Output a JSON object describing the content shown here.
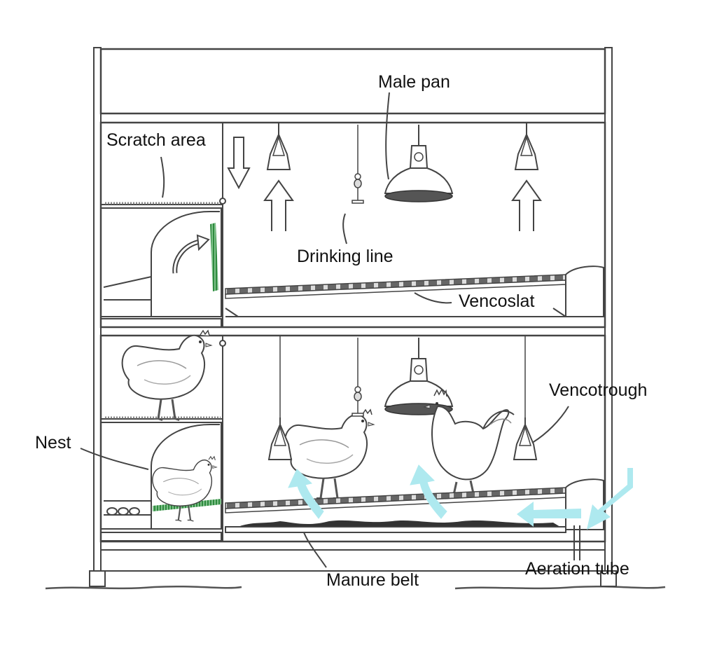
{
  "labels": {
    "male_pan": "Male pan",
    "scratch_area": "Scratch area",
    "drinking_line": "Drinking line",
    "vencoslat": "Vencoslat",
    "vencotrough": "Vencotrough",
    "nest": "Nest",
    "manure_belt": "Manure belt",
    "aeration_tube": "Aeration tube"
  },
  "colors": {
    "frame_line": "#444444",
    "airflow_arrow": "#aee9ef",
    "nest_mat": "#2e8b3e",
    "pan_base": "#555555",
    "slat_dark": "#666666",
    "manure": "#333333"
  },
  "icons": [
    "hen-icon",
    "rooster-icon",
    "egg-icon",
    "feeder-trough-icon",
    "drinker-nipple-icon",
    "male-pan-icon",
    "airflow-arrow-icon"
  ]
}
